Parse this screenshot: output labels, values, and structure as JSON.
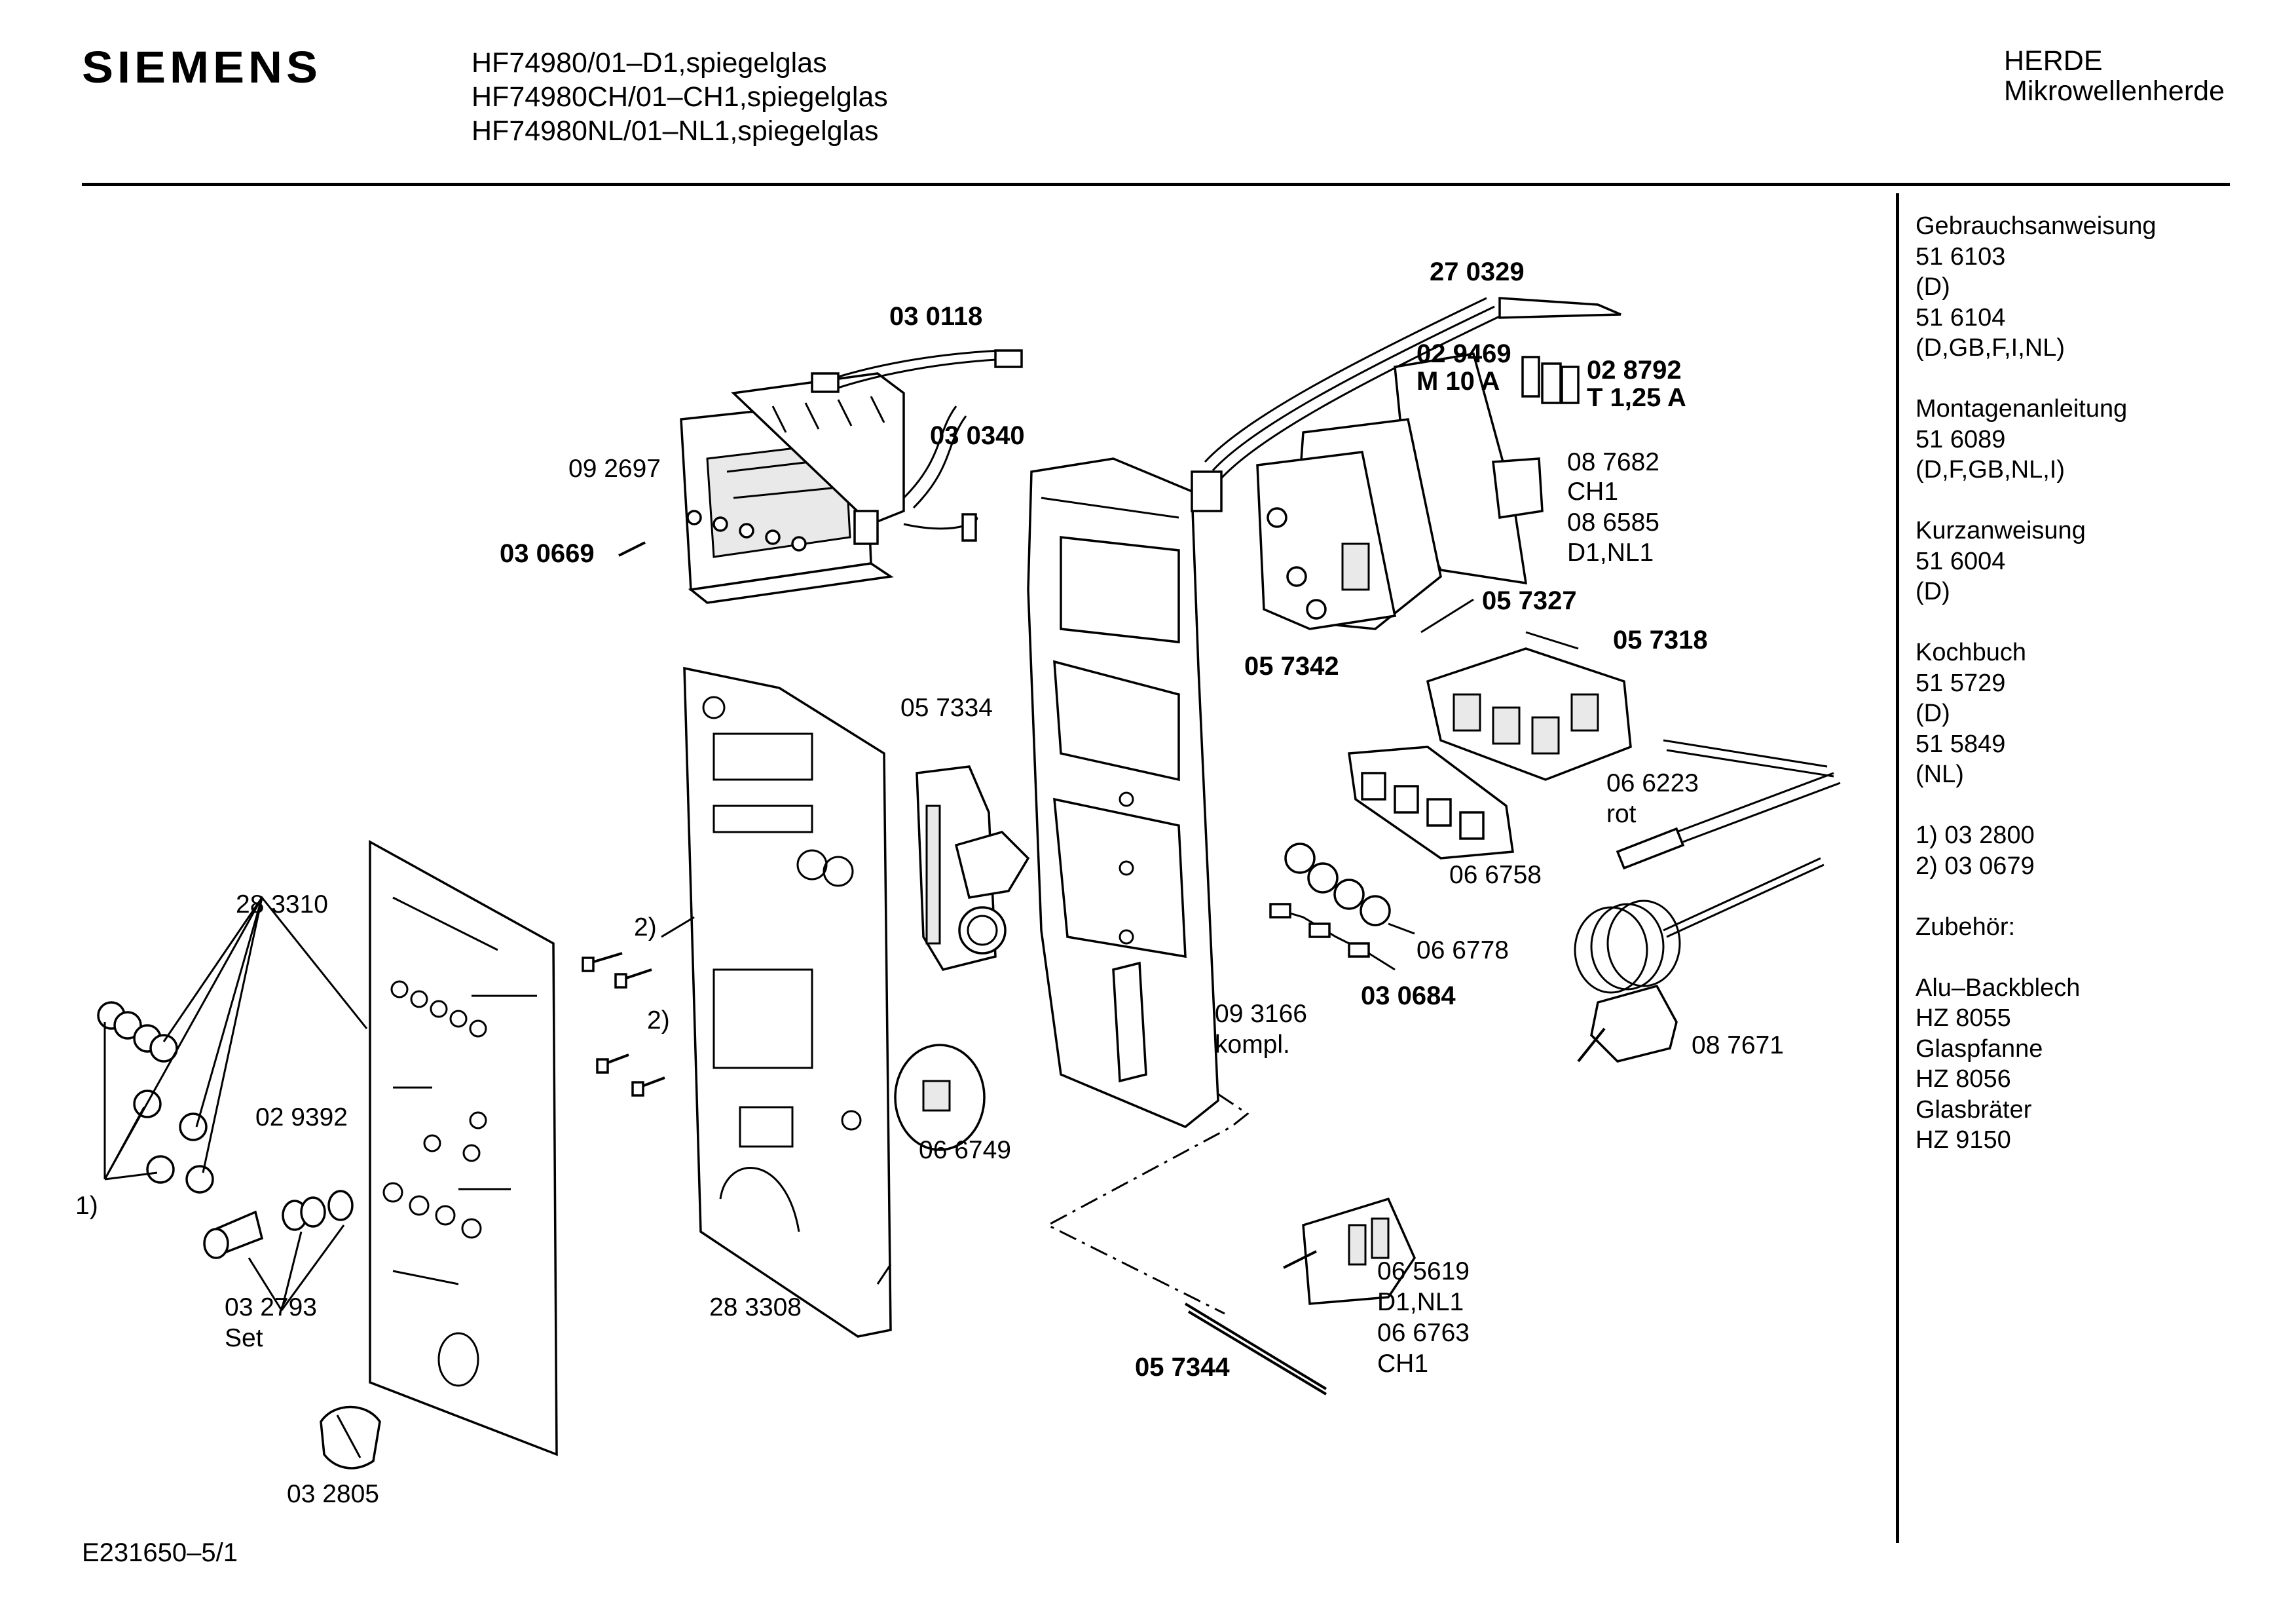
{
  "header": {
    "brand": "SIEMENS",
    "models": [
      "HF74980/01–D1,spiegelglas",
      "HF74980CH/01–CH1,spiegelglas",
      "HF74980NL/01–NL1,spiegelglas"
    ],
    "category": "HERDE",
    "subcategory": "Mikrowellenherde"
  },
  "sidebar": {
    "groups": [
      {
        "lines": [
          "Gebrauchsanweisung",
          "51 6103",
          "(D)",
          "51 6104",
          "(D,GB,F,I,NL)"
        ]
      },
      {
        "lines": [
          "Montagenanleitung",
          "51 6089",
          "(D,F,GB,NL,I)"
        ]
      },
      {
        "lines": [
          "Kurzanweisung",
          "51 6004",
          "(D)"
        ]
      },
      {
        "lines": [
          "Kochbuch",
          "51 5729",
          "(D)",
          "51 5849",
          "(NL)"
        ]
      },
      {
        "lines": [
          "1)  03 2800",
          "2)  03 0679"
        ]
      },
      {
        "lines": [
          "Zubehör:"
        ]
      },
      {
        "lines": [
          "Alu–Backblech",
          "HZ 8055",
          "Glaspfanne",
          "HZ 8056",
          "Glasbräter",
          "HZ 9150"
        ]
      }
    ]
  },
  "parts": {
    "p030118": "03 0118",
    "p270329": "27 0329",
    "p029469": "02 9469",
    "p029469_rating": "M 10 A",
    "p028792": "02 8792",
    "p028792_rating": "T 1,25 A",
    "p092697": "09 2697",
    "p030340": "03 0340",
    "p030669": "03 0669",
    "p087682": "08 7682",
    "p087682_var": "CH1",
    "p086585": "08 6585",
    "p086585_var": "D1,NL1",
    "p057327": "05 7327",
    "p057318": "05 7318",
    "p057342": "05 7342",
    "p057334": "05 7334",
    "p066223": "06 6223",
    "p066223_var": "rot",
    "p283310": "28 3310",
    "p066758": "06 6758",
    "p066778": "06 6778",
    "p030684": "03 0684",
    "note2a": "2)",
    "note2b": "2)",
    "p093166": "09 3166",
    "p093166_var": "kompl.",
    "p087671": "08 7671",
    "p029392": "02 9392",
    "p066749": "06 6749",
    "note1": "1)",
    "p032793": "03 2793",
    "p032793_var": "Set",
    "p283308": "28 3308",
    "p065619": "06 5619",
    "p065619_var": "D1,NL1",
    "p066763": "06 6763",
    "p066763_var": "CH1",
    "p057344": "05 7344",
    "p032805": "03 2805"
  },
  "footer": {
    "doc_id": "E231650–5/1"
  }
}
